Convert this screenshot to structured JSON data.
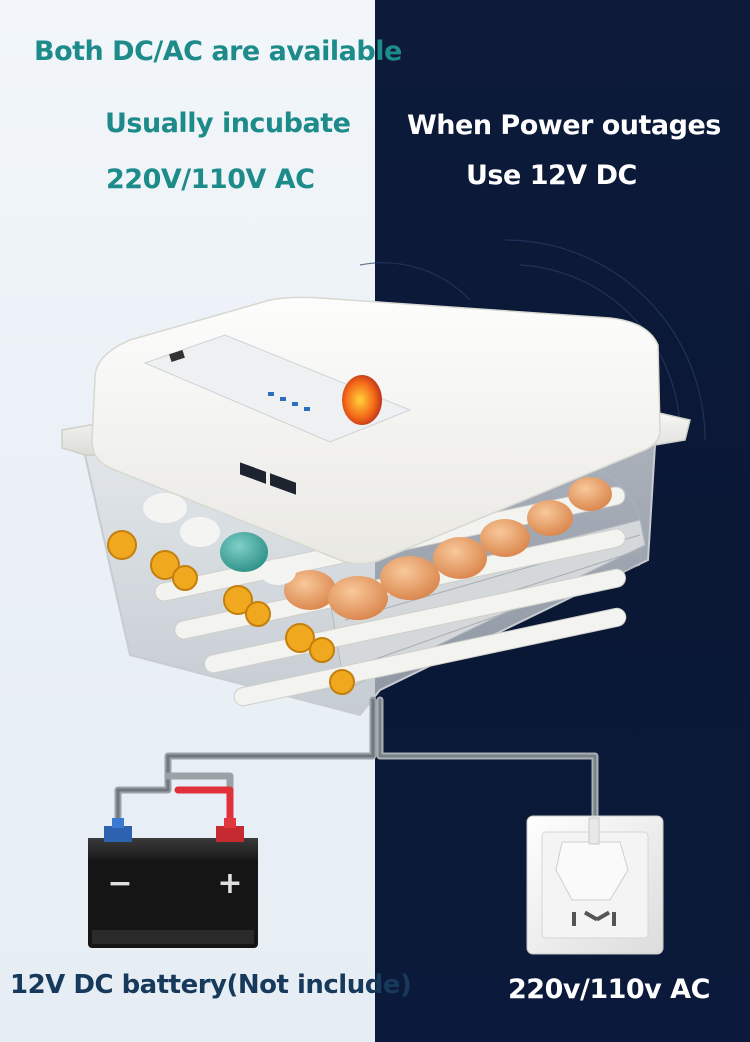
{
  "headline_left": "Both DC/AC are available",
  "left_caption_line1": "Usually incubate",
  "left_caption_line2": "220V/110V  AC",
  "right_caption_line1": "When Power outages",
  "right_caption_line2": "Use 12V DC",
  "battery_label": "12V DC battery(Not include)",
  "socket_label": "220v/110v AC",
  "battery_minus": "−",
  "battery_plus": "+",
  "colors": {
    "left_bg": "#eef3f8",
    "right_bg": "#0b1836",
    "teal_text": "#1e8b8b",
    "wire_red": "#e0303a"
  }
}
